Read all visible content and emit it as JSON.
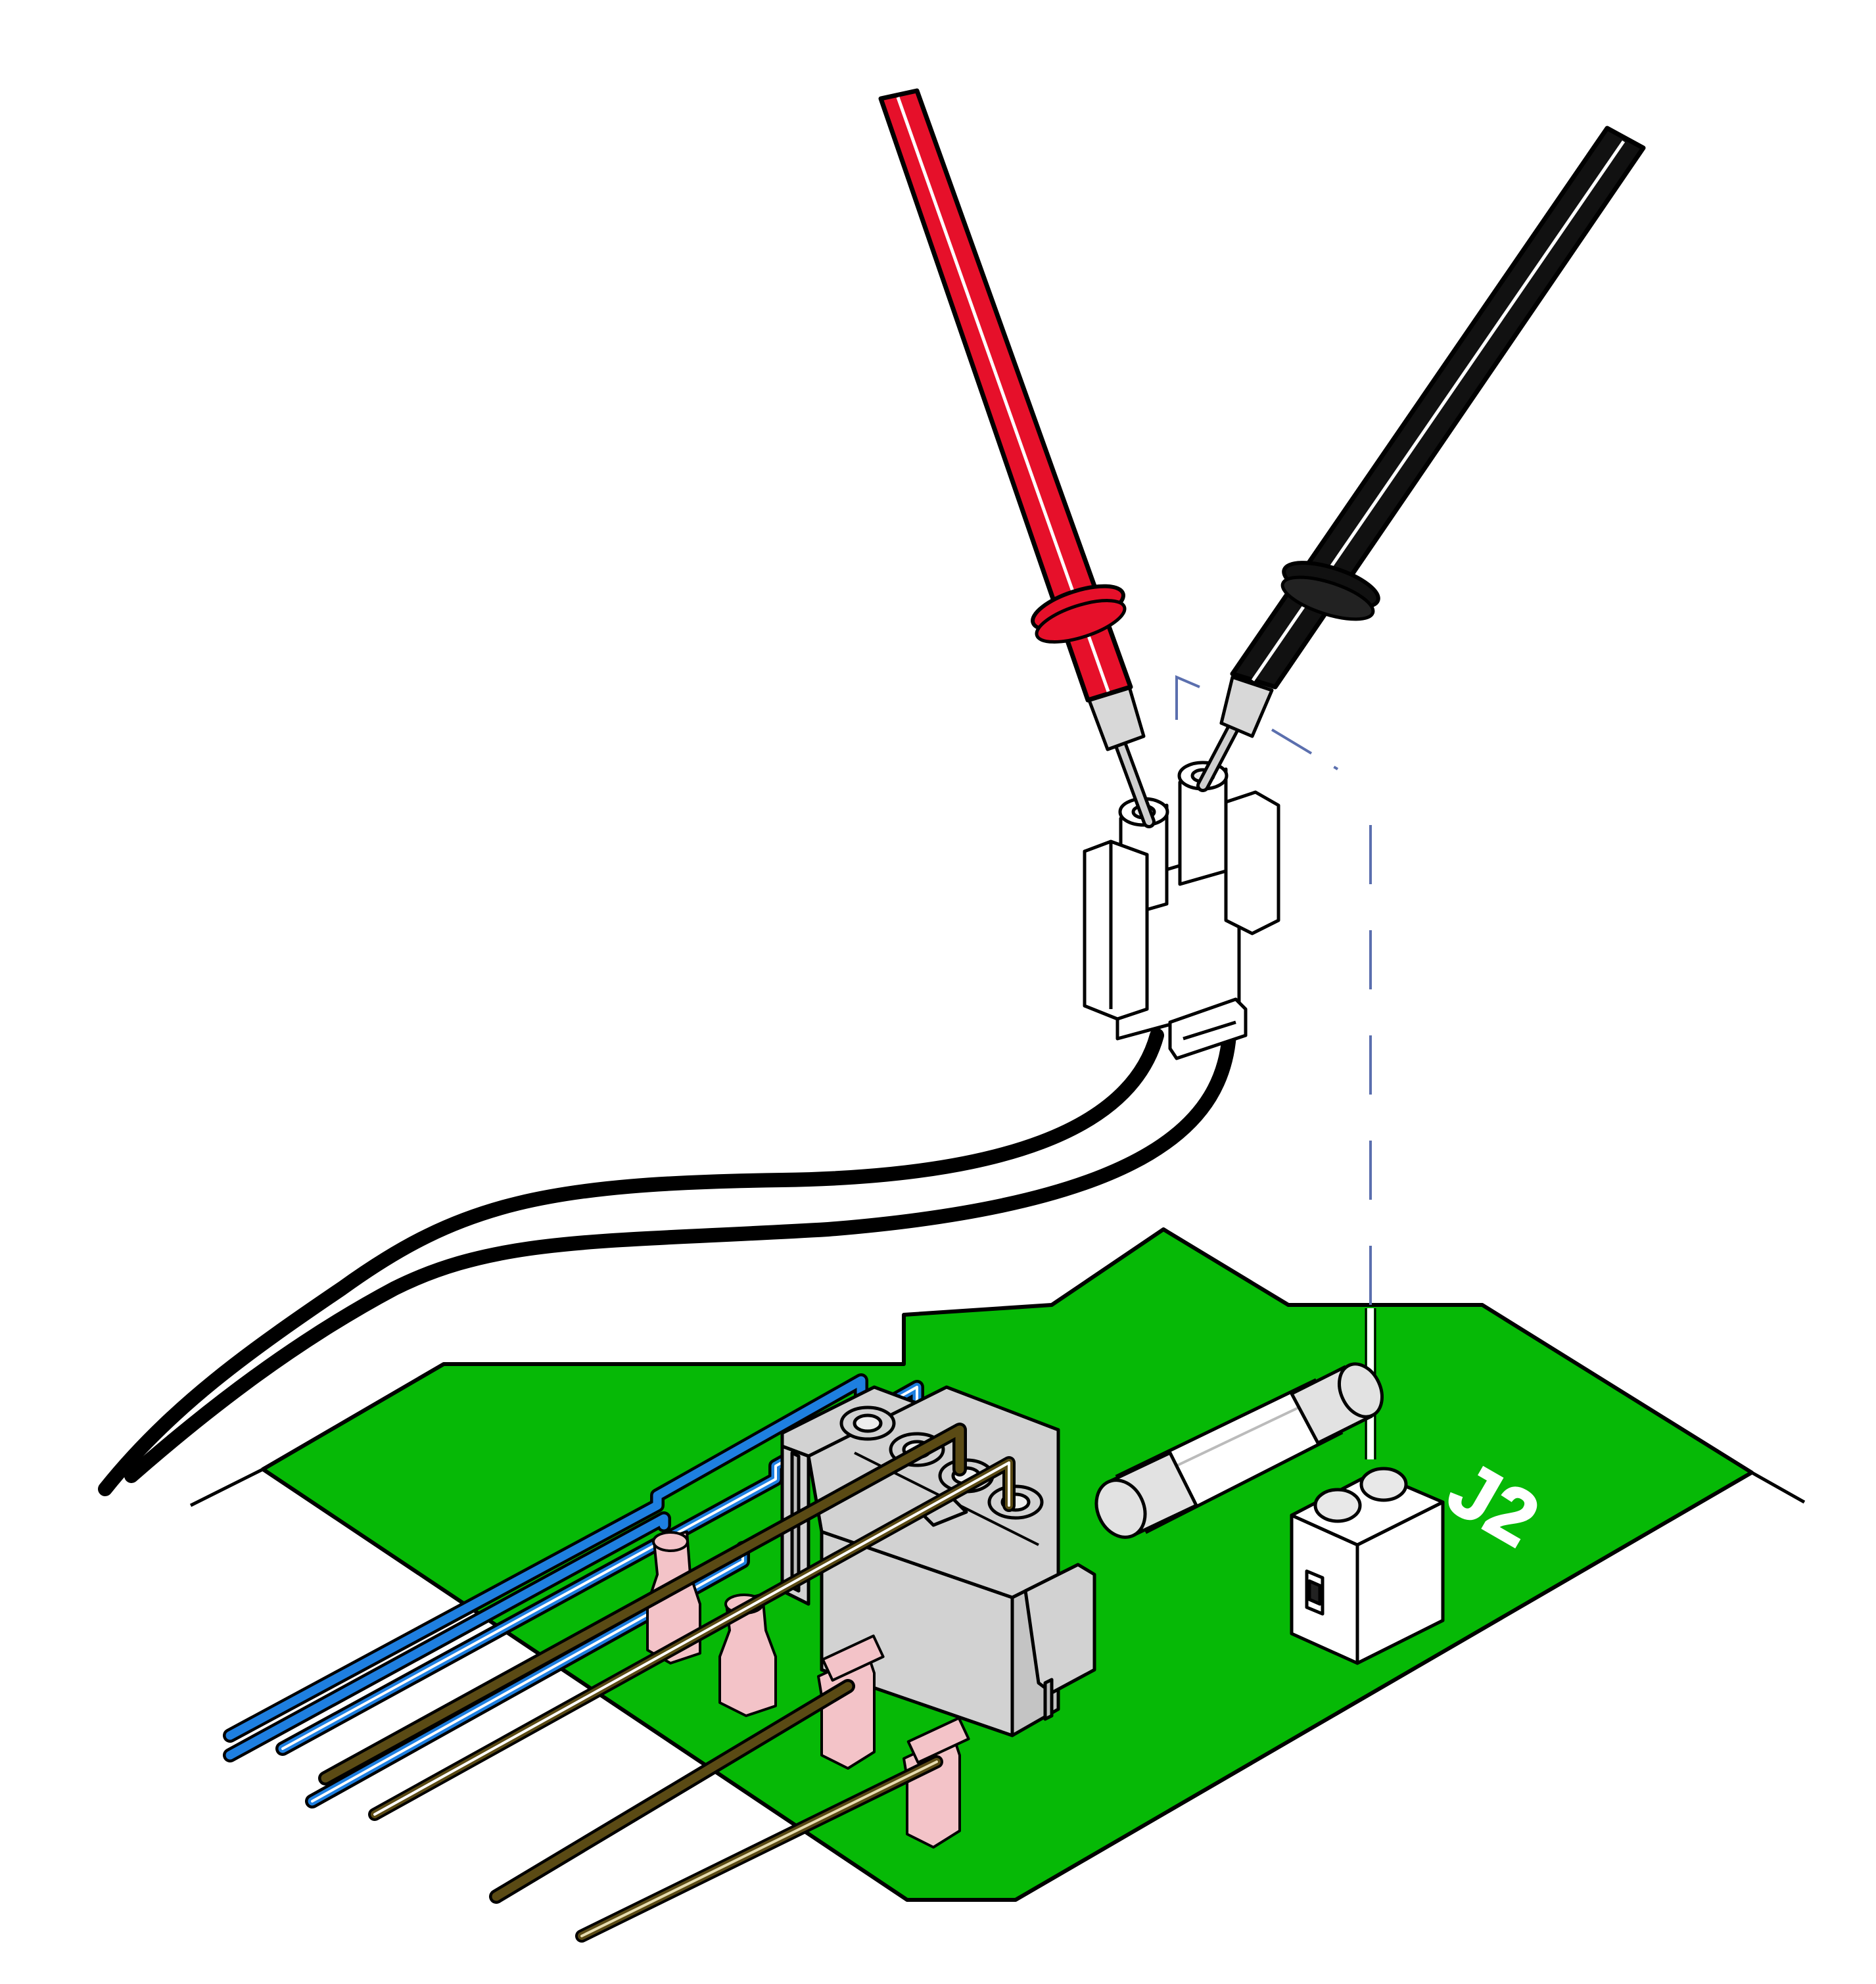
{
  "diagram": {
    "board_label": "J2",
    "colors": {
      "pcb": "#06b906",
      "outline": "#000000",
      "red_probe": "#e6102a",
      "black_probe": "#111111",
      "blue_wire": "#1e7fe0",
      "light_blue_wire": "#8cc8ff",
      "brown_wire": "#5a4a14",
      "tan_wire": "#c8b878",
      "connector_grey": "#d2d2d2",
      "pink_terminal": "#f3c3c8",
      "guide_line": "#5b6fae"
    },
    "icons": [
      "red-test-probe",
      "black-test-probe",
      "two-pin-plug",
      "glass-fuse",
      "j2-header",
      "multi-pin-connector"
    ]
  }
}
